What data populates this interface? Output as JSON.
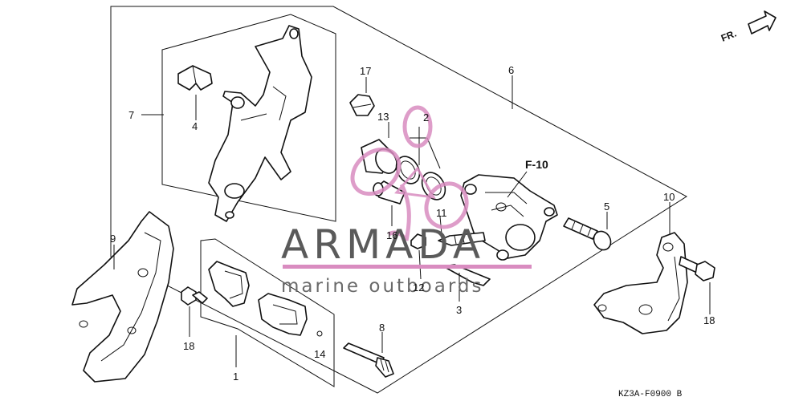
{
  "diagram": {
    "callouts": {
      "c1": "1",
      "c2": "2",
      "c3": "3",
      "c4": "4",
      "c5": "5",
      "c6": "6",
      "c7": "7",
      "c8": "8",
      "c9": "9",
      "c10": "10",
      "c11": "11",
      "c12": "12",
      "c13": "13",
      "c14": "14",
      "c16": "16",
      "c17": "17",
      "c18a": "18",
      "c18b": "18"
    },
    "reference_label": "F-10",
    "direction_label": "FR.",
    "drawing_code": "KZ3A-F0900 B"
  },
  "watermark": {
    "brand": "ARMADA",
    "tagline": "marine outboards",
    "accent_color": "#d98cc0"
  }
}
